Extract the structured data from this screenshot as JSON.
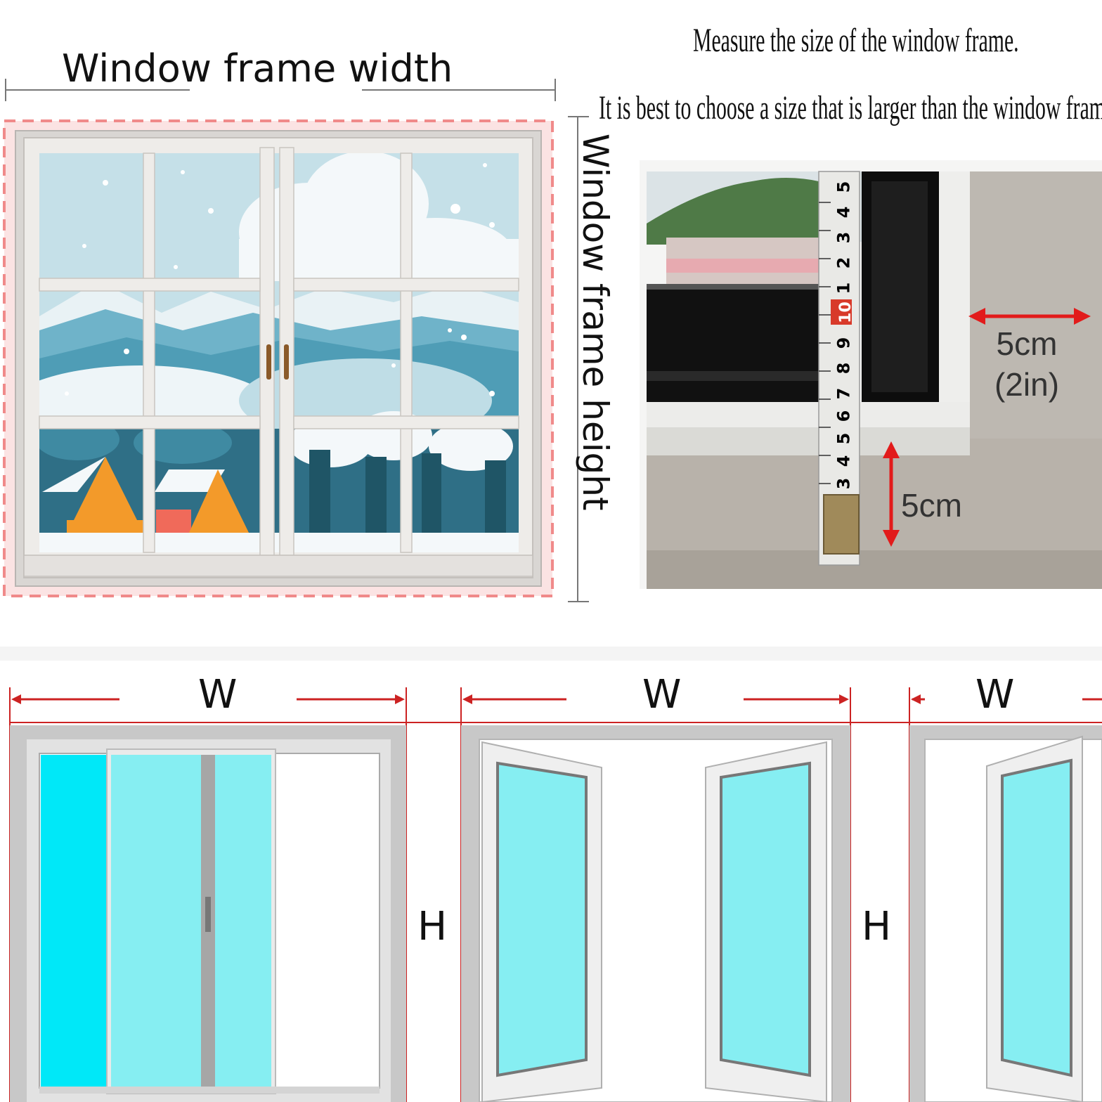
{
  "top": {
    "width_label": "Window frame width",
    "height_label": "Window frame height",
    "instruction_line1": "Measure the size of the window frame.",
    "instruction_line2": "It is best to choose a size that is larger than the window frame"
  },
  "photo": {
    "side_margin_label": "5cm",
    "side_margin_imperial": "(2in)",
    "bottom_margin_label": "5cm",
    "tape_digits": [
      "5",
      "4",
      "3",
      "2",
      "1",
      "10",
      "9",
      "8",
      "7",
      "6",
      "5",
      "4",
      "3"
    ]
  },
  "bottom": {
    "sliding_window": {
      "width_label": "W",
      "height_label": "H"
    },
    "casement_double": {
      "width_label": "W",
      "height_label": "H"
    },
    "casement_single": {
      "width_label": "W"
    }
  },
  "colors": {
    "dash_outline": "#f08a8a",
    "red_line": "#cc2222",
    "glass_cyan": "#00e8f8",
    "glass_light": "#86eef2",
    "frame_grey": "#c8c8c8",
    "arrow_red": "#e21b1b"
  }
}
